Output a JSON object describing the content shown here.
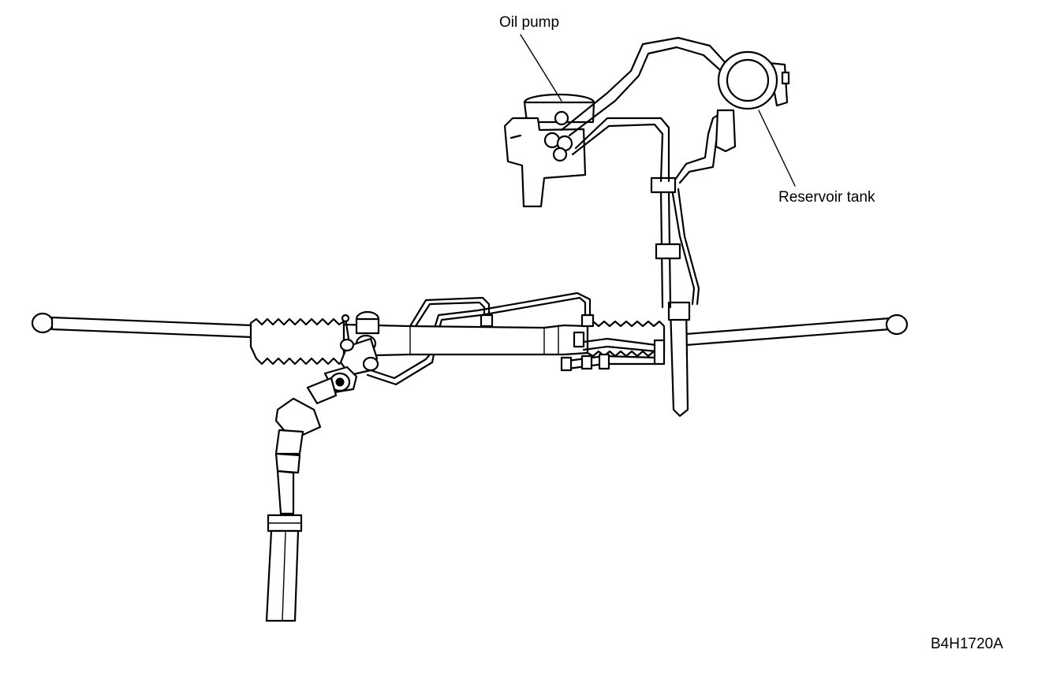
{
  "labels": {
    "oil_pump": "Oil pump",
    "reservoir_tank": "Reservoir tank",
    "figure_code": "B4H1720A"
  },
  "colors": {
    "line": "#000000",
    "background": "#ffffff"
  }
}
